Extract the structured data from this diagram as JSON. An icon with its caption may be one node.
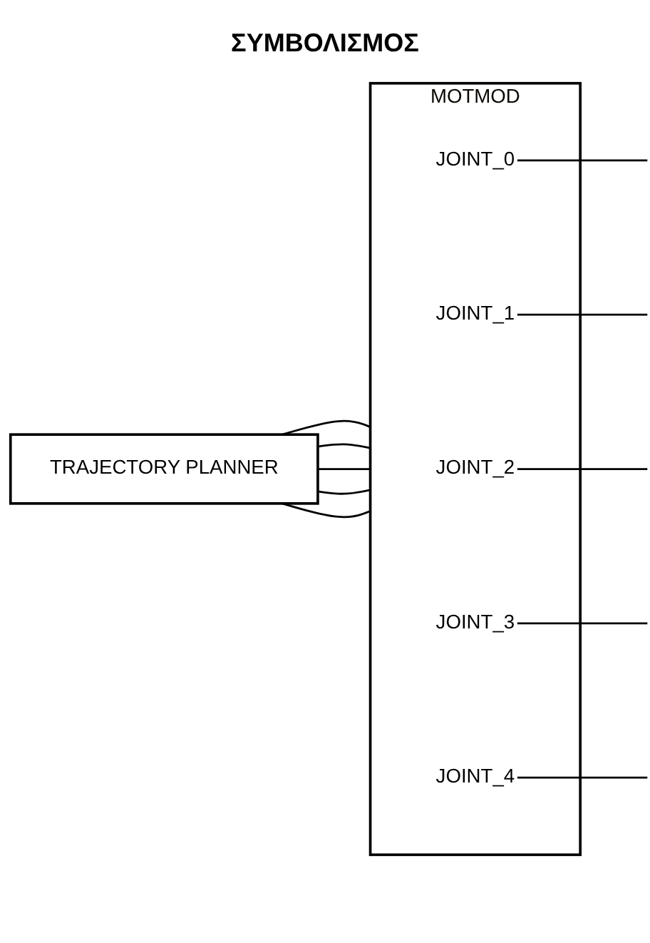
{
  "diagram": {
    "title": "ΣΥΜΒΟΛΙΣΜΟΣ",
    "nodes": [
      {
        "text": [
          "TRAJECTORY PLANNER"
        ]
      },
      {
        "text": [
          "MOTMOD"
        ]
      },
      {
        "text": [
          "JOINT_0"
        ],
        "in": 1
      },
      {
        "text": [
          "JOINT_1"
        ],
        "in": 1
      },
      {
        "text": [
          "JOINT_2"
        ],
        "in": 1
      },
      {
        "text": [
          "JOINT_3"
        ],
        "in": 1
      },
      {
        "text": [
          "JOINT_4"
        ],
        "in": 1
      }
    ],
    "edges": [
      {
        "from": 0,
        "to": 1,
        "arrow": "none"
      },
      {
        "from": 0,
        "to": 1,
        "arrow": "none"
      },
      {
        "from": 0,
        "to": 1,
        "arrow": "none"
      },
      {
        "from": 0,
        "to": 1,
        "arrow": "none"
      },
      {
        "from": 0,
        "to": 1,
        "arrow": "none"
      },
      {
        "from": 2,
        "to": null,
        "arrow": "none"
      },
      {
        "from": 3,
        "to": null,
        "arrow": "none"
      },
      {
        "from": 4,
        "to": null,
        "arrow": "none"
      },
      {
        "from": 5,
        "to": null,
        "arrow": "none"
      },
      {
        "from": 6,
        "to": null,
        "arrow": "none"
      }
    ]
  }
}
